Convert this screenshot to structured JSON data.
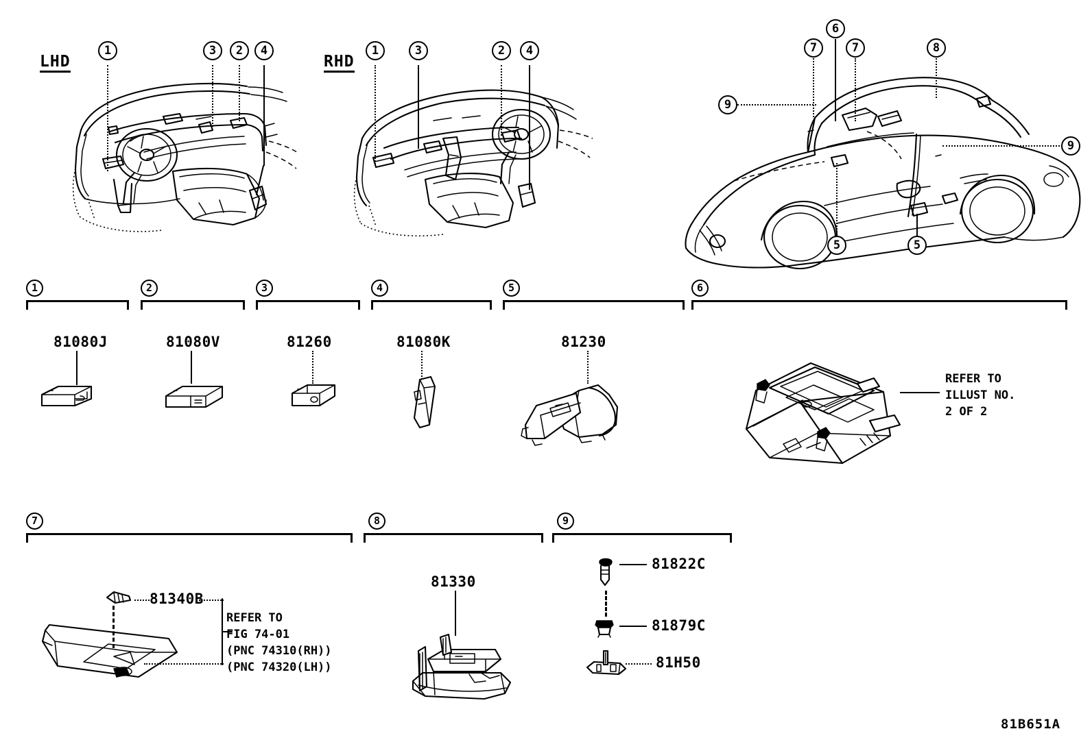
{
  "figure": {
    "code": "81B651A"
  },
  "views": {
    "lhd": {
      "label": "LHD",
      "callouts": [
        "1",
        "3",
        "2",
        "4"
      ]
    },
    "rhd": {
      "label": "RHD",
      "callouts": [
        "1",
        "3",
        "2",
        "4"
      ]
    },
    "vehicle": {
      "callouts": [
        "6",
        "7",
        "7",
        "8",
        "9",
        "9",
        "5",
        "5"
      ]
    }
  },
  "groups_row1": [
    {
      "number": "1",
      "parts": [
        {
          "part_no": "81080J"
        }
      ]
    },
    {
      "number": "2",
      "parts": [
        {
          "part_no": "81080V"
        }
      ]
    },
    {
      "number": "3",
      "parts": [
        {
          "part_no": "81260"
        }
      ]
    },
    {
      "number": "4",
      "parts": [
        {
          "part_no": "81080K"
        }
      ]
    },
    {
      "number": "5",
      "parts": [
        {
          "part_no": "81230"
        }
      ]
    },
    {
      "number": "6",
      "parts": [],
      "note": "REFER TO\nILLUST NO.\n2 OF 2"
    }
  ],
  "groups_row2": [
    {
      "number": "7",
      "parts": [
        {
          "part_no": "81340B"
        }
      ],
      "note": "REFER TO\nFIG 74-01\n(PNC 74310(RH))\n(PNC 74320(LH))"
    },
    {
      "number": "8",
      "parts": [
        {
          "part_no": "81330"
        }
      ]
    },
    {
      "number": "9",
      "parts": [
        {
          "part_no": "81822C"
        },
        {
          "part_no": "81879C"
        },
        {
          "part_no": "81H50"
        }
      ]
    }
  ],
  "colors": {
    "line": "#000000",
    "background": "#ffffff"
  }
}
